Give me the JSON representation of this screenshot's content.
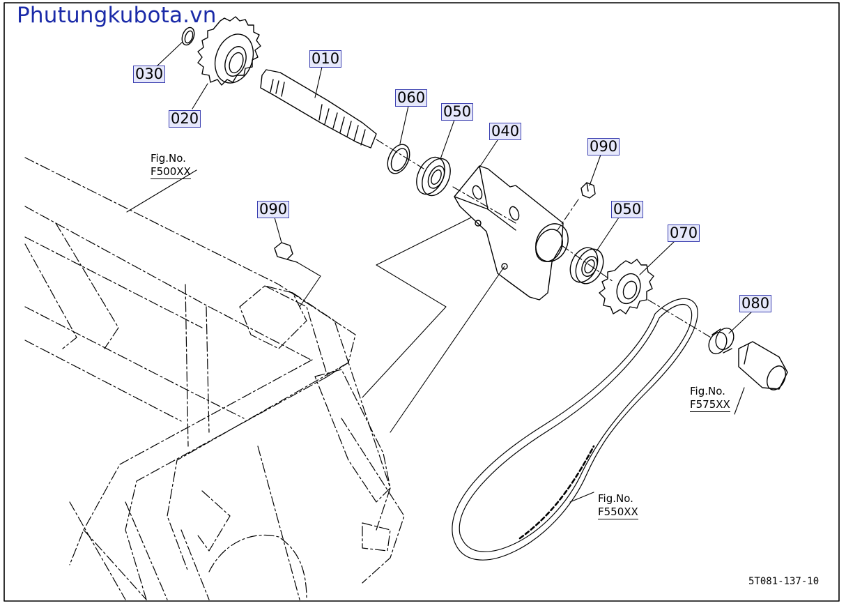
{
  "watermark": "Phutungkubota.vn",
  "drawing_code": "5T081-137-10",
  "callouts": [
    {
      "id": "c010",
      "text": "010"
    },
    {
      "id": "c020",
      "text": "020"
    },
    {
      "id": "c030",
      "text": "030"
    },
    {
      "id": "c040",
      "text": "040"
    },
    {
      "id": "c050a",
      "text": "050"
    },
    {
      "id": "c050b",
      "text": "050"
    },
    {
      "id": "c060",
      "text": "060"
    },
    {
      "id": "c070",
      "text": "070"
    },
    {
      "id": "c080",
      "text": "080"
    },
    {
      "id": "c090a",
      "text": "090"
    },
    {
      "id": "c090b",
      "text": "090"
    }
  ],
  "figure_refs": [
    {
      "label": "Fig.No.",
      "code": "F500XX"
    },
    {
      "label": "Fig.No.",
      "code": "F575XX"
    },
    {
      "label": "Fig.No.",
      "code": "F550XX"
    }
  ],
  "colors": {
    "watermark": "#1a2aa8",
    "callout_fill": "#e6e8fb",
    "callout_border": "#3a3fb0",
    "line": "#000000"
  }
}
